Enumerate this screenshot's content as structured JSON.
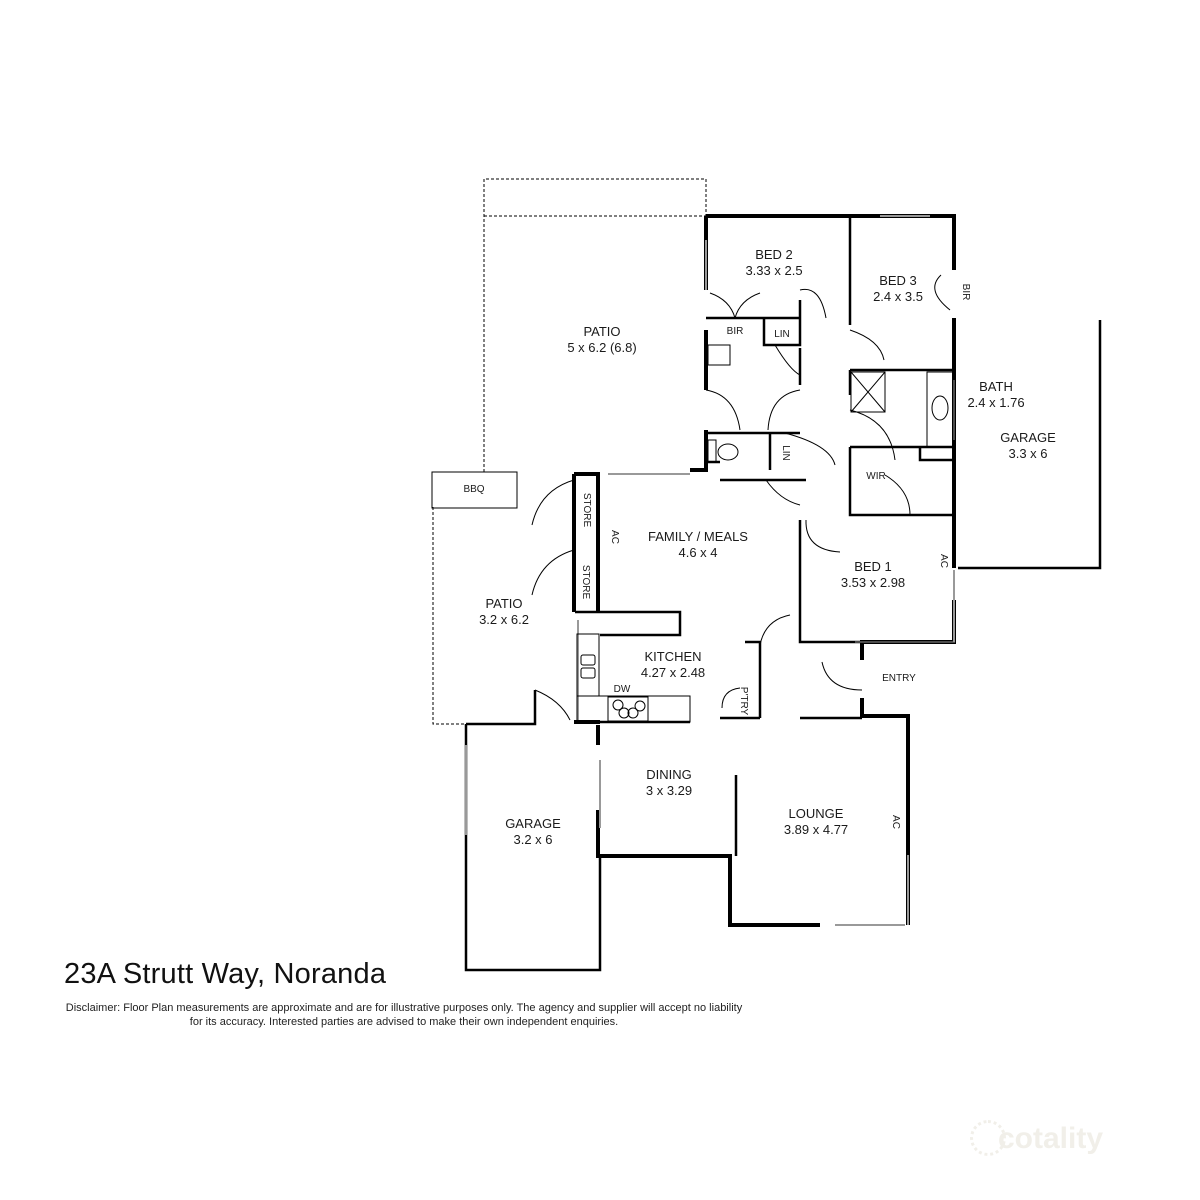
{
  "address": "23A Strutt Way, Noranda",
  "disclaimer": "Disclaimer: Floor Plan measurements are approximate and are for illustrative purposes only. The agency and supplier will accept no liability for its accuracy. Interested parties are advised to make their own independent enquiries.",
  "brand": "cotality",
  "rooms": {
    "patio_top": {
      "name": "PATIO",
      "size": "5 x 6.2 (6.8)"
    },
    "bed2": {
      "name": "BED 2",
      "size": "3.33 x 2.5"
    },
    "bed3": {
      "name": "BED 3",
      "size": "2.4 x 3.5"
    },
    "bath": {
      "name": "BATH",
      "size": "2.4 x 1.76"
    },
    "garage_right": {
      "name": "GARAGE",
      "size": "3.3 x 6"
    },
    "family": {
      "name": "FAMILY / MEALS",
      "size": "4.6 x 4"
    },
    "bed1": {
      "name": "BED 1",
      "size": "3.53 x 2.98"
    },
    "patio_left": {
      "name": "PATIO",
      "size": "3.2 x 6.2"
    },
    "kitchen": {
      "name": "KITCHEN",
      "size": "4.27 x 2.48"
    },
    "dining": {
      "name": "DINING",
      "size": "3 x 3.29"
    },
    "lounge": {
      "name": "LOUNGE",
      "size": "3.89 x 4.77"
    },
    "garage_left": {
      "name": "GARAGE",
      "size": "3.2 x 6"
    }
  },
  "small_labels": {
    "bir_bed2": "BIR",
    "lin1": "LIN",
    "lin2": "LIN",
    "bir_bed3": "BIR",
    "wir": "WIR",
    "bbq": "BBQ",
    "store1": "STORE",
    "store2": "STORE",
    "ac_family": "AC",
    "ac_bed1": "AC",
    "ac_lounge": "AC",
    "dw": "DW",
    "ptry": "P'TRY",
    "entry": "ENTRY"
  }
}
